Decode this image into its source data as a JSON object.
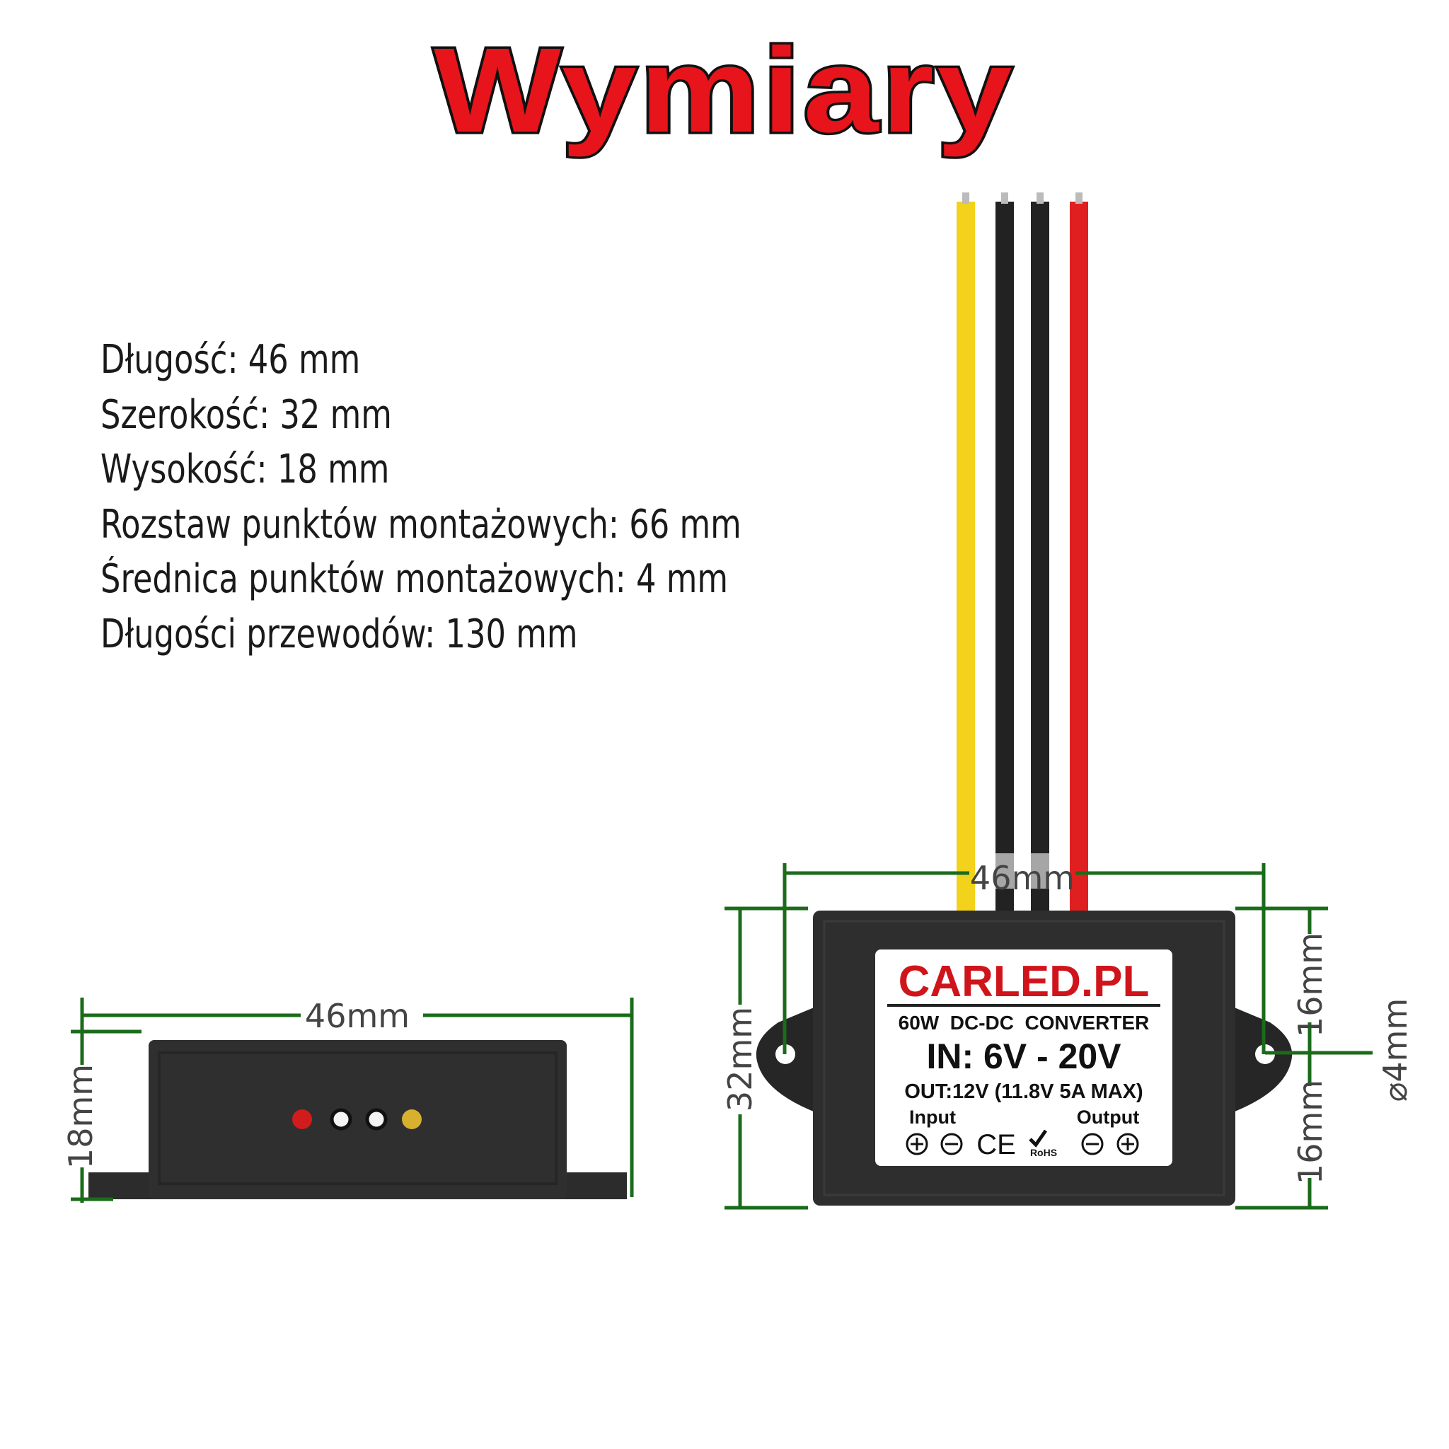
{
  "title": "Wymiary",
  "specs": [
    "Długość: 46 mm",
    "Szerokość: 32 mm",
    "Wysokość: 18 mm",
    "Rozstaw punktów montażowych: 66 mm",
    "Średnica punktów montażowych: 4 mm",
    "Długości przewodów: 130 mm"
  ],
  "side_view": {
    "width_label": "46mm",
    "height_label": "18mm"
  },
  "front_view": {
    "width_label": "46mm",
    "height_label": "32mm",
    "upper_half_label": "16mm",
    "lower_half_label": "16mm",
    "hole_label": "⌀4mm"
  },
  "device_label": {
    "brand": "CARLED.PL",
    "line1": "60W  DC-DC  CONVERTER",
    "line2": "IN: 6V - 20V",
    "line3": "OUT:12V (11.8V 5A MAX)",
    "input": "Input",
    "output": "Output",
    "ce": "CE",
    "rohs": "RoHS"
  },
  "colors": {
    "brand": "#d0141b",
    "dimension": "#1b6b1b",
    "wire_yellow": "#f2d21b",
    "wire_black": "#222222",
    "wire_red": "#e02020"
  }
}
